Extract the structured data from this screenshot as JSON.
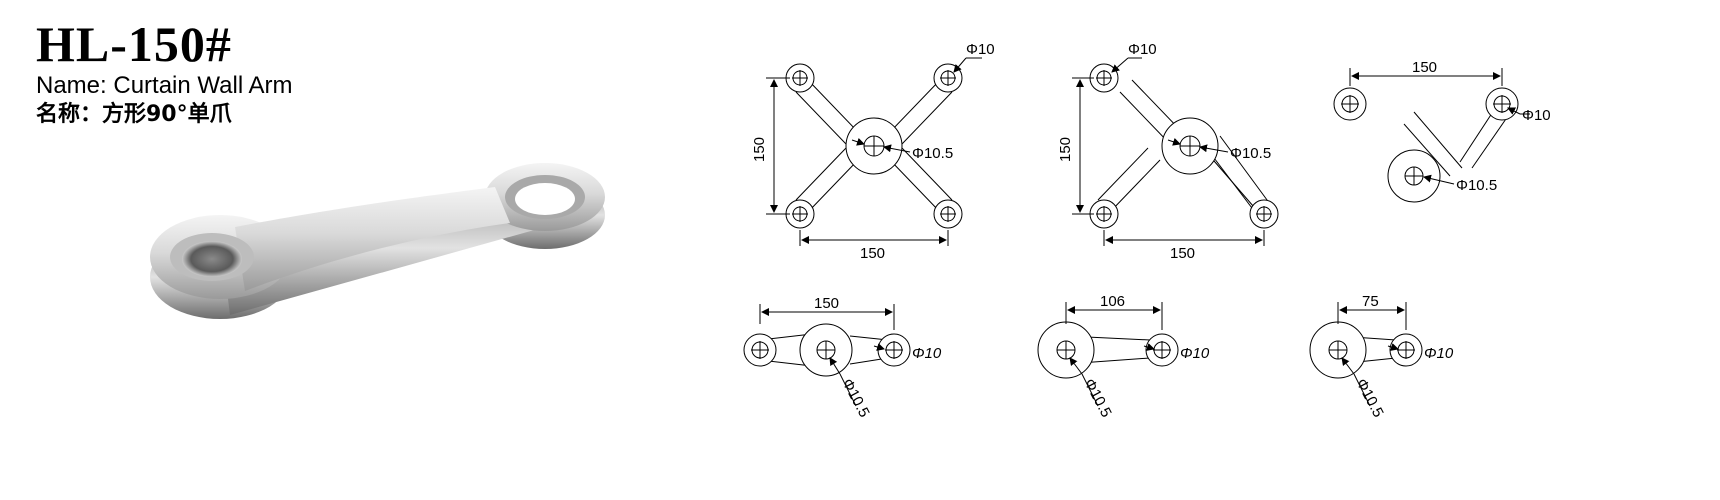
{
  "header": {
    "model": "HL-150#",
    "name_line": "Name: Curtain Wall Arm",
    "cn_line": "名称：方形90°单爪"
  },
  "drawings": {
    "x_arm": {
      "height_dim": "150",
      "width_dim": "150",
      "small_hole": "Φ10",
      "center_hole": "Φ10.5"
    },
    "x_arm_b": {
      "height_dim": "150",
      "width_dim": "150",
      "small_hole": "Φ10",
      "center_hole": "Φ10.5"
    },
    "v_arm": {
      "width_dim": "150",
      "small_hole": "Φ10",
      "center_hole": "Φ10.5"
    },
    "double_arm": {
      "width_dim": "150",
      "small_hole": "Φ10",
      "center_hole": "Φ10.5"
    },
    "single_arm_106": {
      "width_dim": "106",
      "small_hole": "Φ10",
      "center_hole": "Φ10.5"
    },
    "single_arm_75": {
      "width_dim": "75",
      "small_hole": "Φ10",
      "center_hole": "Φ10.5"
    }
  }
}
